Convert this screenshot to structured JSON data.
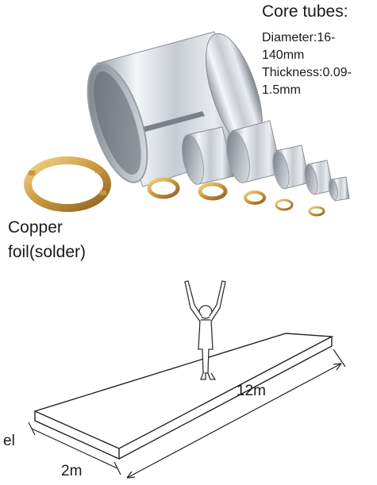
{
  "core_tubes": {
    "title": "Core tubes:",
    "diameter_line1": "Diameter:16-",
    "diameter_line2": "140mm",
    "thickness_line1": "Thickness:0.09-",
    "thickness_line2": "1.5mm"
  },
  "copper": {
    "line1": "Copper",
    "line2": "foil(solder)"
  },
  "panel": {
    "length_label": "12m",
    "width_label": "2m",
    "partial_label": "el"
  },
  "colors": {
    "steel_light": "#eef0f2",
    "steel_dark": "#8a8f96",
    "copper": "#c9963e",
    "line": "#222222"
  }
}
